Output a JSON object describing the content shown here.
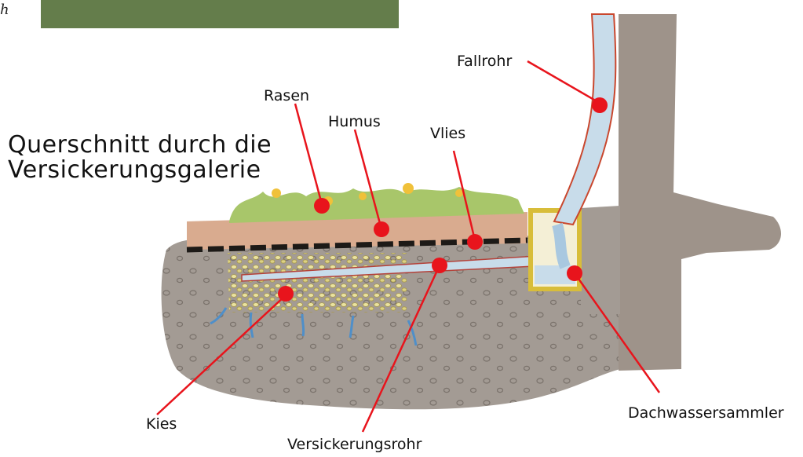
{
  "top_left_letter": "h",
  "title": {
    "line1": "Querschnitt durch die",
    "line2": "Versickerungsgalerie"
  },
  "labels": {
    "fallrohr": "Fallrohr",
    "rasen": "Rasen",
    "humus": "Humus",
    "vlies": "Vlies",
    "kies": "Kies",
    "versickerungsrohr": "Versickerungsrohr",
    "dachwassersammler": "Dachwassersammler"
  },
  "colors": {
    "marker": "#e8141c",
    "soil": "#a29a93",
    "wall": "#9d928a",
    "humus": "#d7a88c",
    "gravel": "#e4d98a",
    "grass": "#a9c46b",
    "pipe": "#c7dbea",
    "collector": "#e8d36a"
  }
}
